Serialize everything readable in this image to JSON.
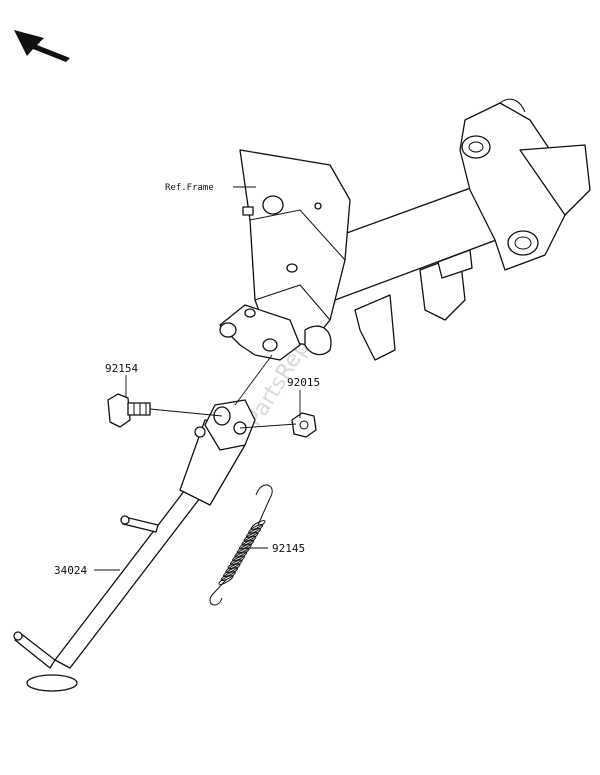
{
  "diagram": {
    "direction_arrow_icon": "arrow-up-left-icon",
    "ref_label": "Ref.Frame",
    "callouts": [
      {
        "id": "bolt",
        "label": "92154"
      },
      {
        "id": "nut",
        "label": "92015"
      },
      {
        "id": "spring",
        "label": "92145"
      },
      {
        "id": "stand",
        "label": "34024"
      }
    ],
    "watermark": "PartsRepublik"
  }
}
